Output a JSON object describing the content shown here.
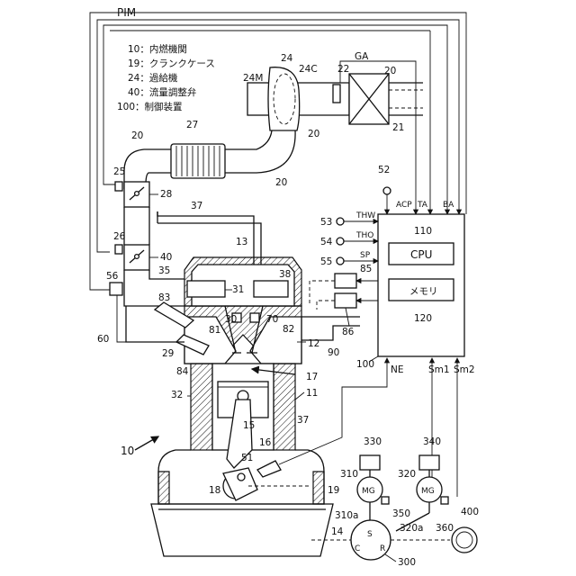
{
  "legend": [
    "10：内燃機関",
    "19：クランクケース",
    "24：過給機",
    "40：流量調整弁",
    "100：制御装置"
  ],
  "signals": {
    "pim": "PIM",
    "ga": "GA",
    "acp": "ACP",
    "ta": "TA",
    "ba": "BA",
    "thw": "THW",
    "tho": "THO",
    "sp": "SP",
    "ne": "NE",
    "sm1": "Sm1",
    "sm2": "Sm2"
  },
  "controller": {
    "ref": "110",
    "cpu": "CPU",
    "memory": "メモリ",
    "memory_ref": "120"
  },
  "labels": {
    "l10": "10",
    "l11": "11",
    "l12": "12",
    "l13": "13",
    "l14": "14",
    "l15": "15",
    "l16": "16",
    "l17": "17",
    "l18": "18",
    "l19": "19",
    "l20a": "20",
    "l20b": "20",
    "l20c": "20",
    "l20d": "20",
    "l21": "21",
    "l22": "22",
    "l24": "24",
    "l24c": "24C",
    "l24m": "24M",
    "l25": "25",
    "l26": "26",
    "l27": "27",
    "l28": "28",
    "l29": "29",
    "l30": "30",
    "l31": "31",
    "l32": "32",
    "l35": "35",
    "l37a": "37",
    "l37b": "37",
    "l38": "38",
    "l40": "40",
    "l51": "51",
    "l52": "52",
    "l53": "53",
    "l54": "54",
    "l55": "55",
    "l56": "56",
    "l60": "60",
    "l70": "70",
    "l81": "81",
    "l82": "82",
    "l83": "83",
    "l84": "84",
    "l85": "85",
    "l86": "86",
    "l90": "90",
    "l100": "100",
    "l300": "300",
    "l310": "310",
    "l310a": "310a",
    "l320": "320",
    "l320a": "320a",
    "l330": "330",
    "l340": "340",
    "l350": "350",
    "l360": "360",
    "l400": "400"
  },
  "mg": {
    "mg1": "MG",
    "mg2": "MG"
  },
  "planetary": {
    "s": "S",
    "c": "C",
    "r": "R"
  }
}
